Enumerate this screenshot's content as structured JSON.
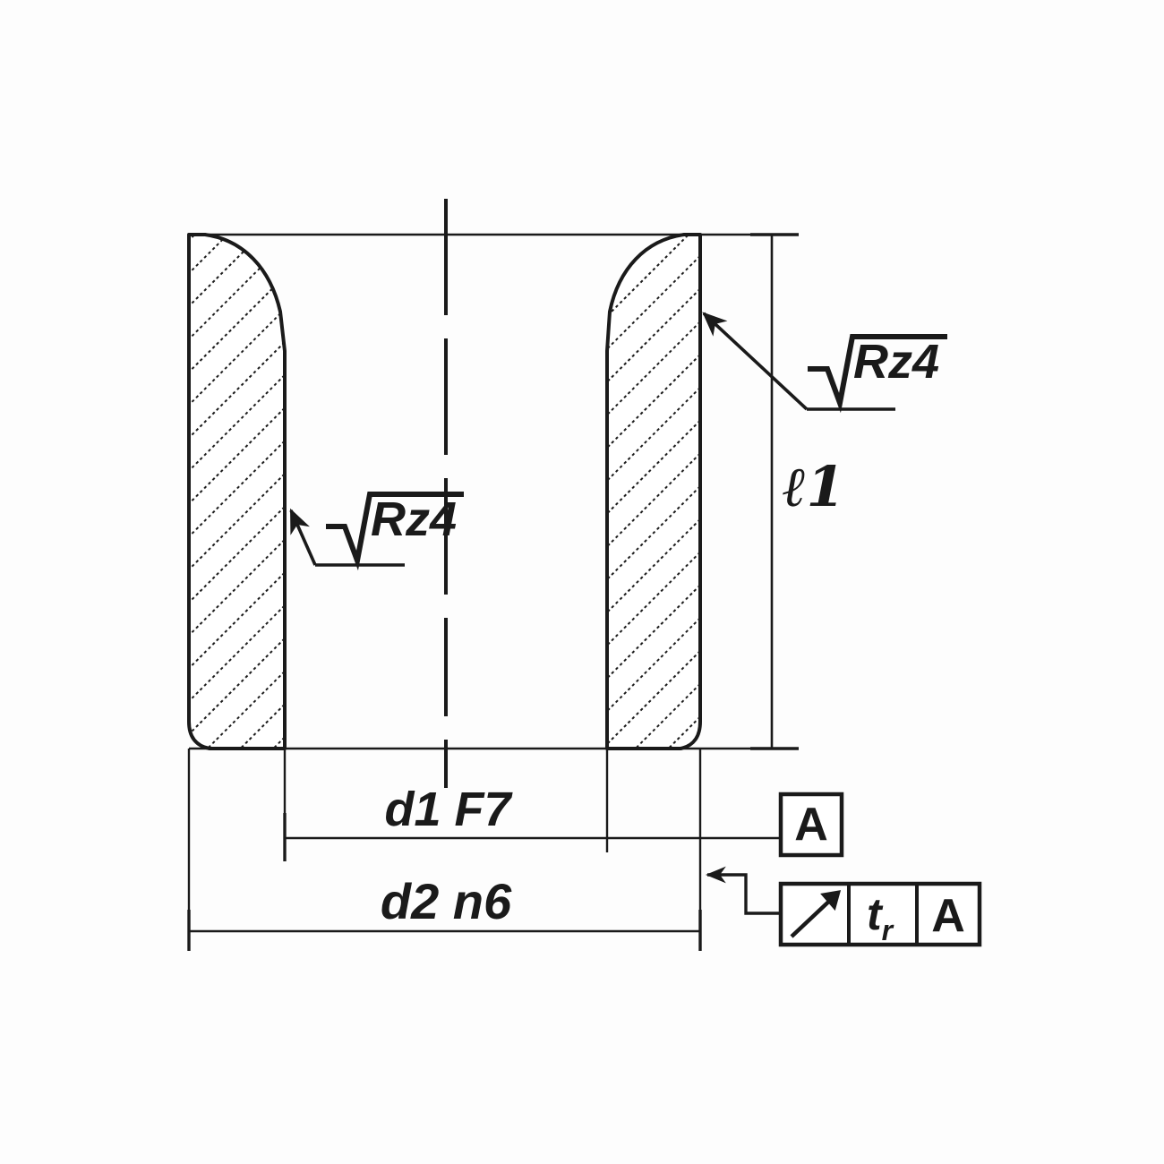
{
  "drawing": {
    "type": "engineering-cross-section",
    "subject": "bushing-cross-section",
    "background_color": "#fdfdfd",
    "line_color": "#1a1a1a",
    "text_color": "#1a1a1a",
    "dimensions": {
      "inner_diameter": {
        "label": "d1 F7",
        "name": "d1",
        "tolerance_class": "F7",
        "type": "linear-diameter"
      },
      "outer_diameter": {
        "label": "d2 n6",
        "name": "d2",
        "tolerance_class": "n6",
        "type": "linear-diameter"
      },
      "length": {
        "label": "ℓ1",
        "name": "l1",
        "type": "linear-length"
      }
    },
    "surface_finish": [
      {
        "id": "inner-bore-finish",
        "symbol": "radical",
        "label": "Rz4",
        "points_to": "inner-bore-surface"
      },
      {
        "id": "outer-surface-finish",
        "symbol": "radical",
        "label": "Rz4",
        "points_to": "outer-cylindrical-surface"
      }
    ],
    "datum": {
      "letter": "A",
      "type": "datum-feature-symbol"
    },
    "feature_control_frame": {
      "cells": [
        {
          "kind": "symbol",
          "name": "circular-runout-icon",
          "label": "↗"
        },
        {
          "kind": "tolerance",
          "name": "tolerance-value",
          "label": "t",
          "subscript": "r"
        },
        {
          "kind": "datum",
          "name": "datum-reference",
          "label": "A"
        }
      ],
      "reads_as": "circular runout t_r relative to datum A"
    },
    "hatching": {
      "style": "diagonal-45",
      "description": "section hatching on both wall cross-sections"
    },
    "centerline": {
      "style": "dash-dot",
      "orientation": "vertical",
      "description": "axis of rotation"
    }
  }
}
